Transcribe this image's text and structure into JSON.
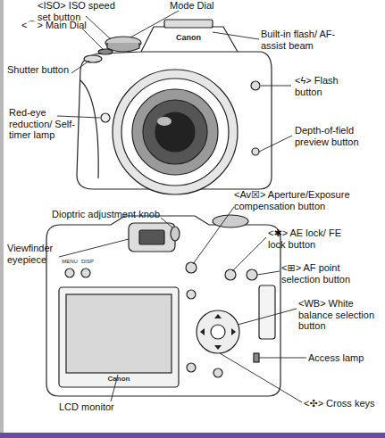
{
  "diagram": {
    "labels": [
      "<ISO> ISO speed set button",
      "Mode Dial",
      "<⌒> Main Dial",
      "Built-in flash/ AF-assist beam",
      "Shutter button",
      "<ϟ> Flash button",
      "Red-eye reduction/ Self-timer lamp",
      "Depth-of-field preview button",
      "Canon",
      "<Av☒> Aperture/Exposure compensation button",
      "Dioptric adjustment knob",
      "<✱> AE lock/ FE lock button",
      "Viewfinder eyepiece",
      "<⊞> AF point selection button",
      "<WB> White balance selection button",
      "MENU",
      "DISP",
      "Access lamp",
      "Canon",
      "LCD monitor",
      "<✣> Cross keys"
    ]
  }
}
